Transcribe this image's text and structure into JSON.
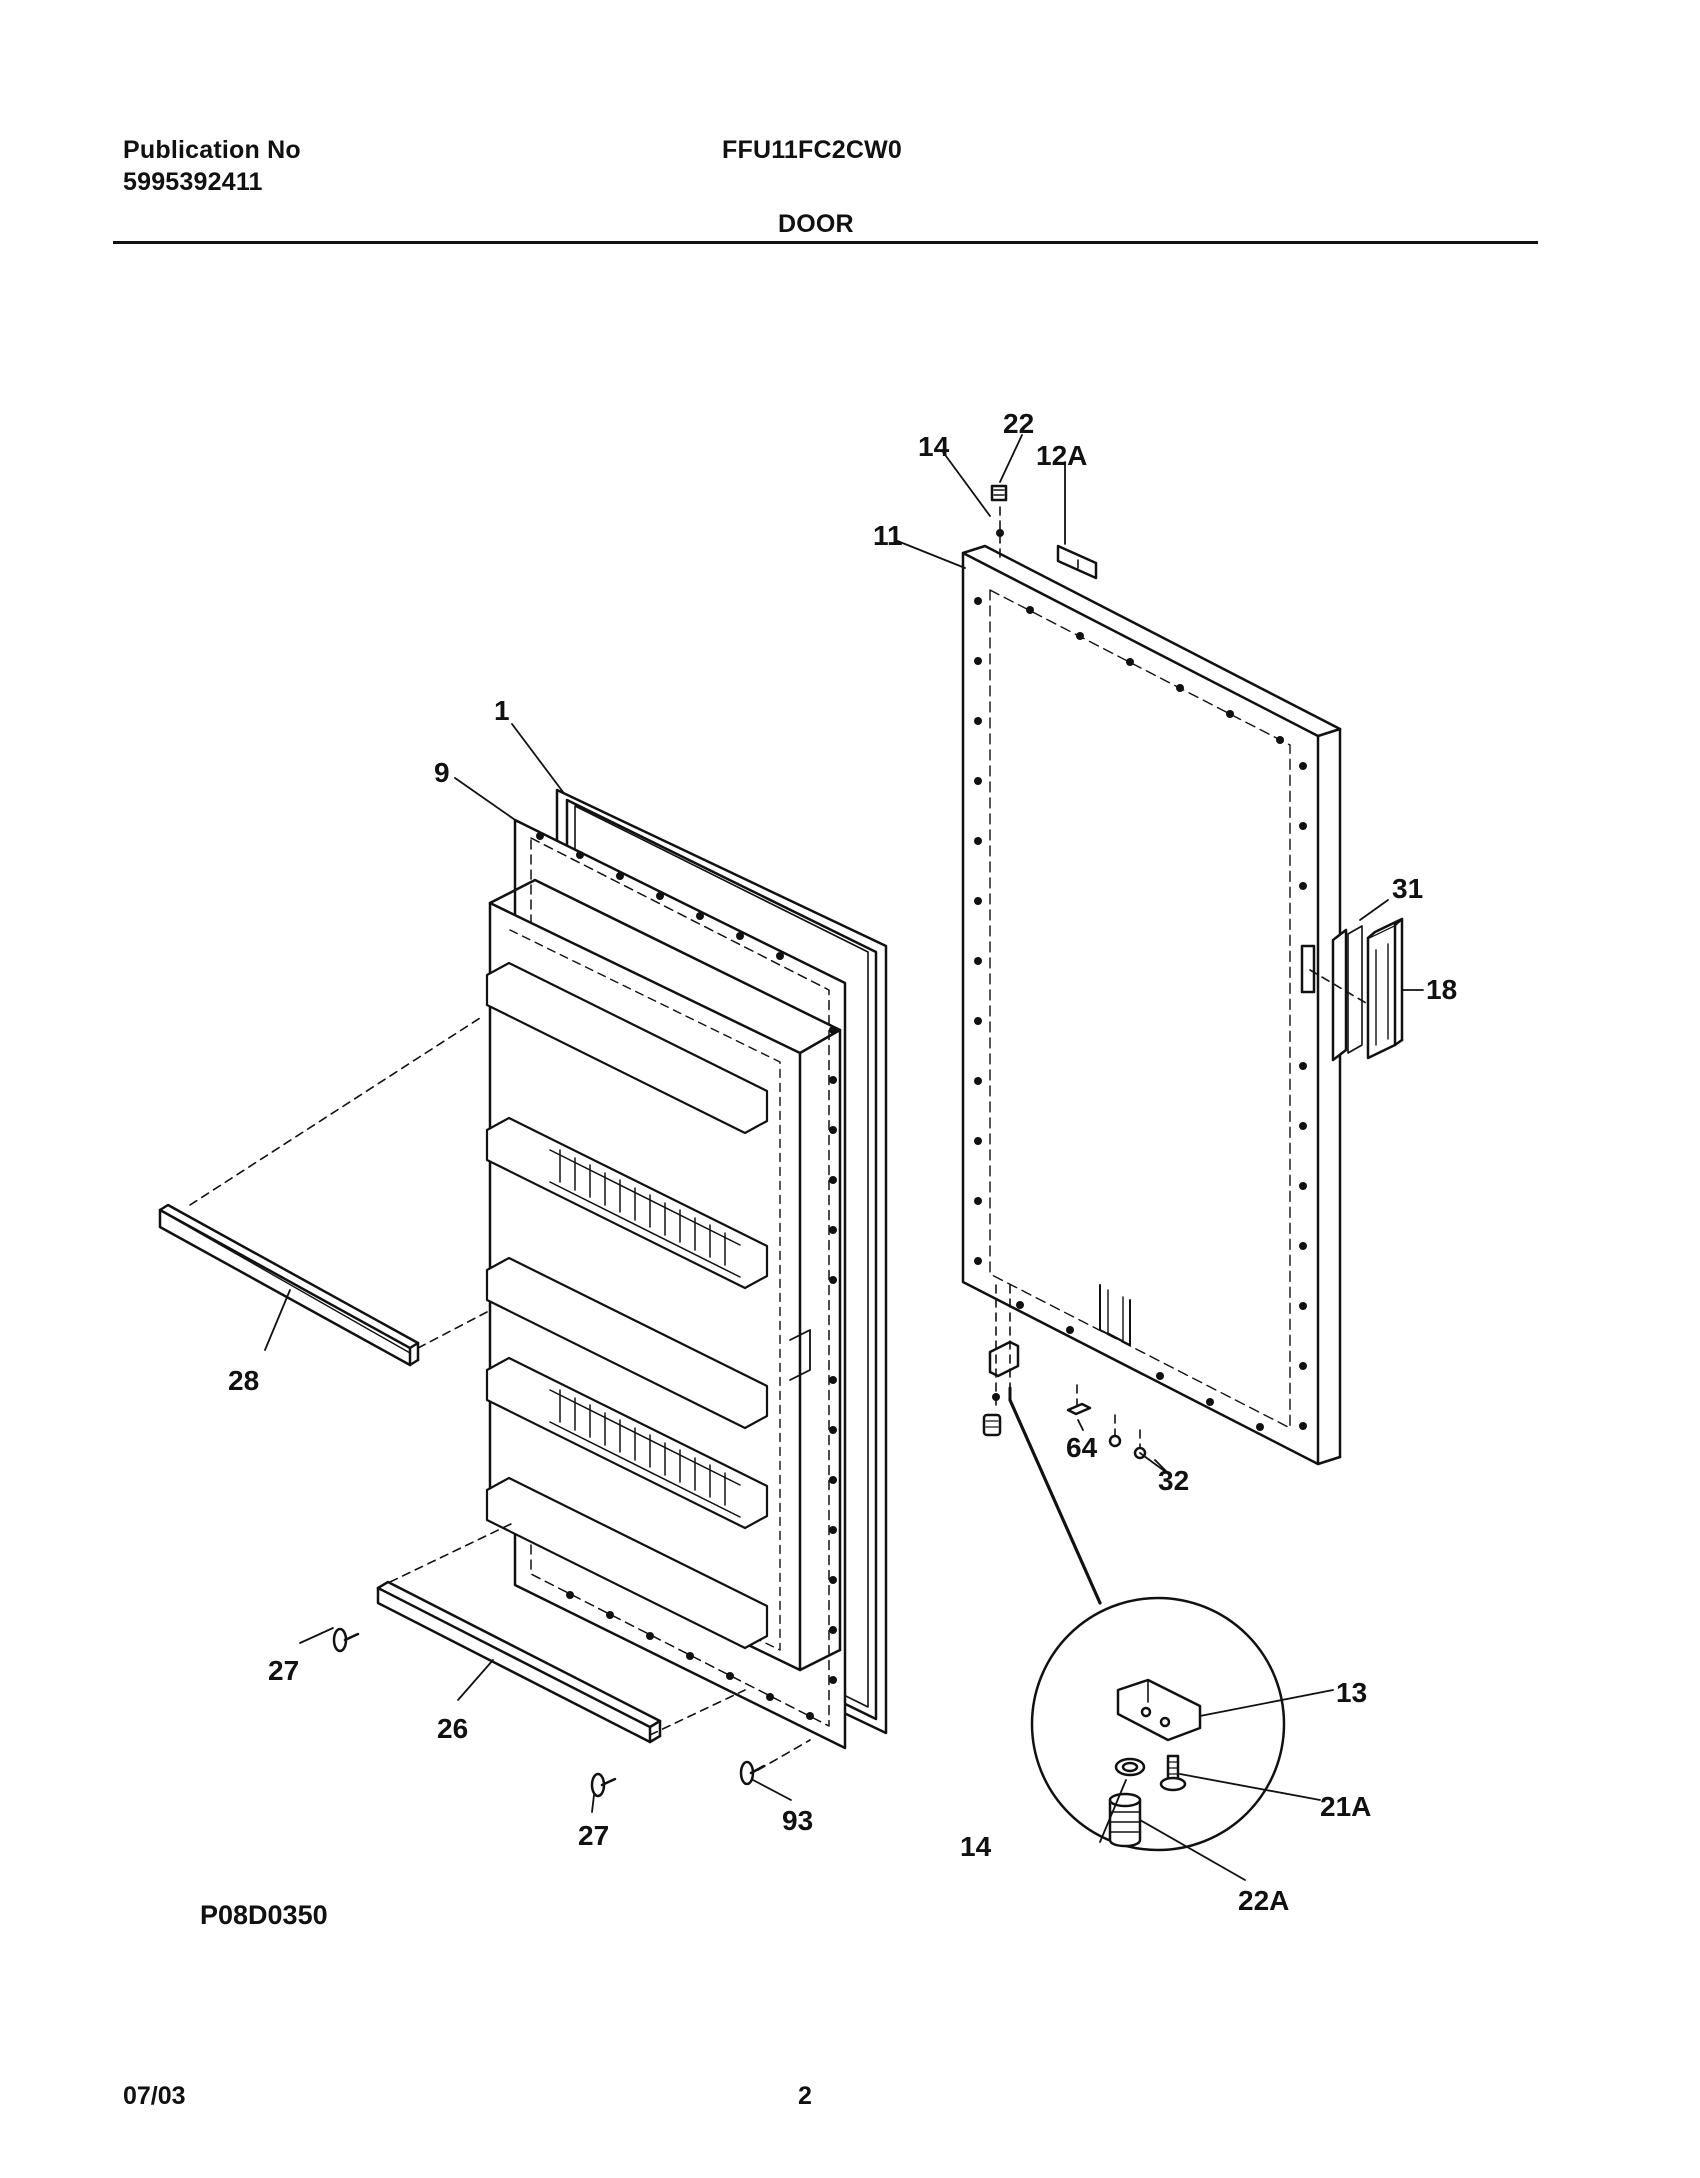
{
  "header": {
    "publication_label": "Publication No",
    "publication_number": "5995392411",
    "model": "FFU11FC2CW0",
    "section": "DOOR"
  },
  "diagram": {
    "code": "P08D0350",
    "callouts": {
      "c1": "1",
      "c9": "9",
      "c28": "28",
      "c27a": "27",
      "c26": "26",
      "c27b": "27",
      "c93": "93",
      "c11": "11",
      "c14a": "14",
      "c22": "22",
      "c12a": "12A",
      "c31": "31",
      "c18": "18",
      "c64": "64",
      "c32": "32",
      "c13": "13",
      "c14b": "14",
      "c21a": "21A",
      "c22a": "22A"
    }
  },
  "footer": {
    "date": "07/03",
    "page": "2"
  }
}
